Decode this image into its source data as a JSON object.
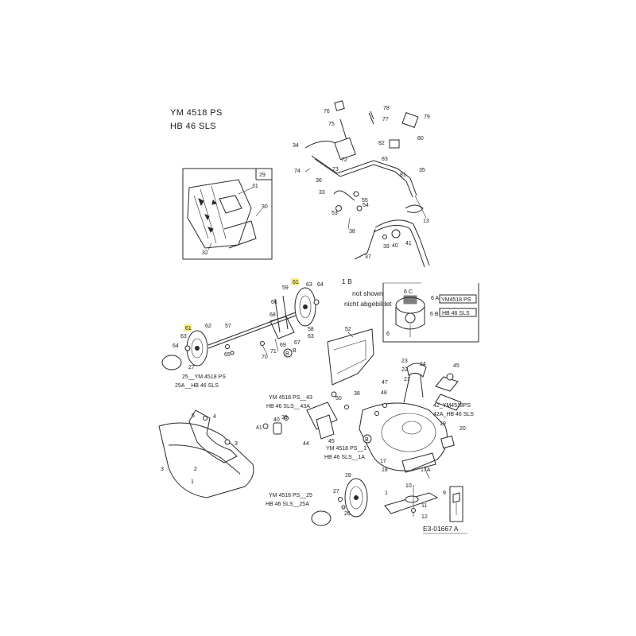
{
  "title": {
    "line1": "YM 4518 PS",
    "line2": "HB 46 SLS"
  },
  "drawing_code": "E3-01667 A",
  "highlight_color": "#f3ec7a",
  "engine_note": {
    "ref": "1 B",
    "line1": "not shown",
    "line2": "nicht abgebildet"
  },
  "engine_labels": {
    "c": "6 C",
    "a": "6 A",
    "b": "6 B",
    "plain": "6",
    "box_a": "YM4518 PS",
    "box_b": "HB 46 SLS"
  },
  "variant_labels": {
    "wheel_front_a": "25__YM 4518 PS",
    "wheel_front_b": "25A__HB 46 SLS",
    "bracket_a": "YM 4518 PS__43",
    "bracket_b": "HB 46 SLS__43A",
    "deck_a": "YM 4518 PS__1",
    "deck_b": "HB 46 SLS__1A",
    "wheel_rear_a": "YM 4518 PS__25",
    "wheel_rear_b": "HB 46 SLS__25A",
    "side_a": "42_YM4518PS",
    "side_b": "42A_HB 46 SLS"
  },
  "parts": {
    "p1": "1",
    "p2": "2",
    "p3": "3",
    "p4": "4",
    "p5": "5",
    "p9": "9",
    "p10": "10",
    "p11": "11",
    "p12": "12",
    "p13": "13",
    "p17": "17",
    "p17a": "17A",
    "p18": "18",
    "p19": "19",
    "p20": "20",
    "p21": "21",
    "p22": "22",
    "p23": "23",
    "p24": "24",
    "p26": "26",
    "p27": "27",
    "p27b": "27",
    "p28": "28",
    "p29": "29",
    "p30": "30",
    "p31": "31",
    "p32": "32",
    "p33": "33",
    "p34": "34",
    "p35": "35",
    "p36": "36",
    "p37": "37",
    "p38": "38",
    "p38b": "38",
    "p39": "39",
    "p39b": "39",
    "p40": "40",
    "p40b": "40",
    "p41": "41",
    "p41b": "41",
    "p44": "44",
    "p45": "45",
    "p47": "47",
    "p48": "48",
    "p50": "50",
    "p52": "52",
    "p53": "53",
    "p54": "54",
    "p55": "55",
    "p57": "57",
    "p58": "58",
    "p59": "59",
    "p61a": "61",
    "p61b": "61",
    "p62": "62",
    "p63": "63",
    "p63b": "63",
    "p63c": "63",
    "p64": "64",
    "p64b": "64",
    "p65": "65",
    "p66": "66",
    "p67": "67",
    "p68": "68",
    "p69": "69",
    "p70": "70",
    "p71": "71",
    "p72": "72",
    "p73": "73",
    "p74": "74",
    "p75": "75",
    "p76": "76",
    "p77": "77",
    "p78": "78",
    "p79": "79",
    "p80": "80",
    "p81": "81",
    "p82": "82",
    "p83": "83",
    "pB1": "B",
    "pB2": "B",
    "p1b": "1"
  }
}
